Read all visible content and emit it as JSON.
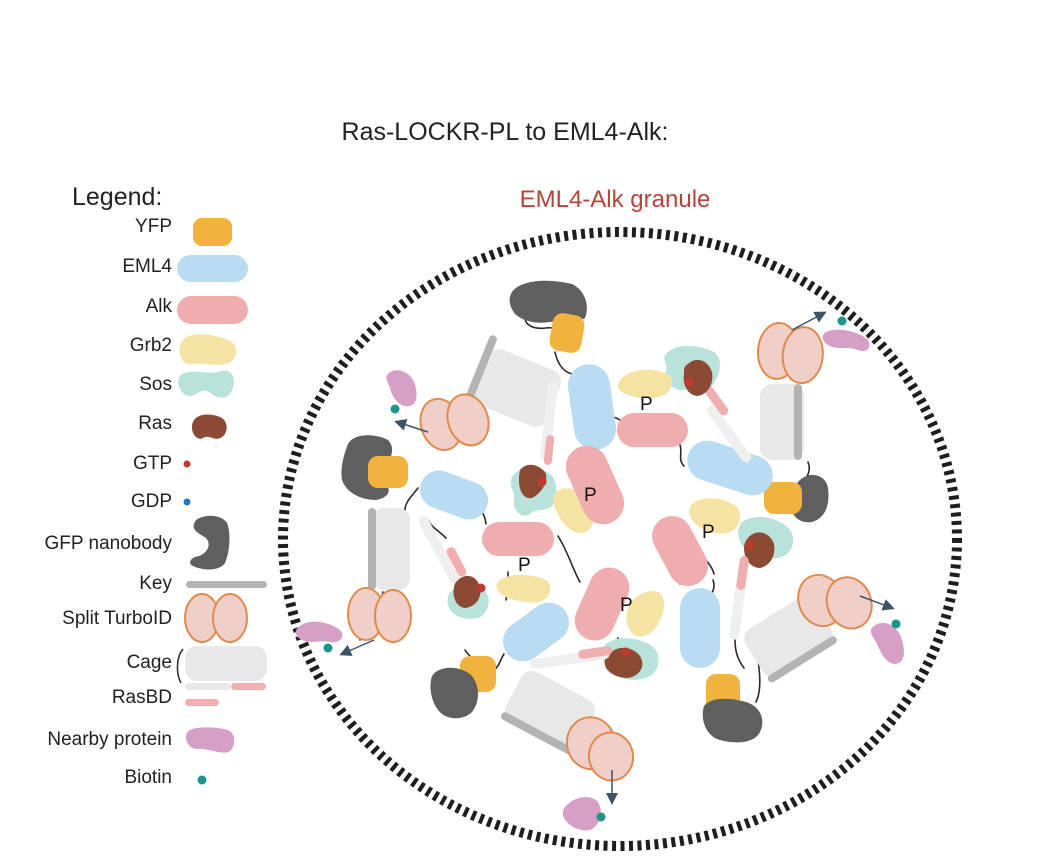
{
  "title": "Ras-LOCKR-PL to EML4-Alk:",
  "granule_label": "EML4-Alk granule",
  "legend": {
    "heading": "Legend:",
    "items": [
      {
        "label": "YFP",
        "icon": "yfp-icon"
      },
      {
        "label": "EML4",
        "icon": "eml4-icon"
      },
      {
        "label": "Alk",
        "icon": "alk-icon"
      },
      {
        "label": "Grb2",
        "icon": "grb2-icon"
      },
      {
        "label": "Sos",
        "icon": "sos-icon"
      },
      {
        "label": "Ras",
        "icon": "ras-icon"
      },
      {
        "label": "GTP",
        "icon": "gtp-icon"
      },
      {
        "label": "GDP",
        "icon": "gdp-icon"
      },
      {
        "label": "GFP nanobody",
        "icon": "gfp-nanobody-icon"
      },
      {
        "label": "Key",
        "icon": "key-icon"
      },
      {
        "label": "Split TurboID",
        "icon": "split-turboid-icon"
      },
      {
        "label": "Cage",
        "icon": "cage-icon"
      },
      {
        "label": "RasBD",
        "icon": "rasbd-icon"
      },
      {
        "label": "Nearby protein",
        "icon": "nearby-protein-icon"
      },
      {
        "label": "Biotin",
        "icon": "biotin-icon"
      }
    ]
  },
  "phospho_label": "P",
  "colors": {
    "yfp": "#f2b23e",
    "eml4": "#b9dcf2",
    "alk": "#efadaf",
    "grb2": "#f5e3a3",
    "sos": "#b9e3da",
    "ras": "#8c4a35",
    "gtp": "#c0392b",
    "gdp": "#2c77b3",
    "nanobody": "#5f5f5f",
    "key": "#b3b3b3",
    "turboid_fill": "#efcfc8",
    "turboid_stroke": "#e08a4e",
    "cage": "#e8e8e8",
    "rasbd": "#f0aeb0",
    "nearby_protein": "#d6a0c6",
    "biotin": "#1b968a",
    "granule_label": "#b8433c"
  }
}
